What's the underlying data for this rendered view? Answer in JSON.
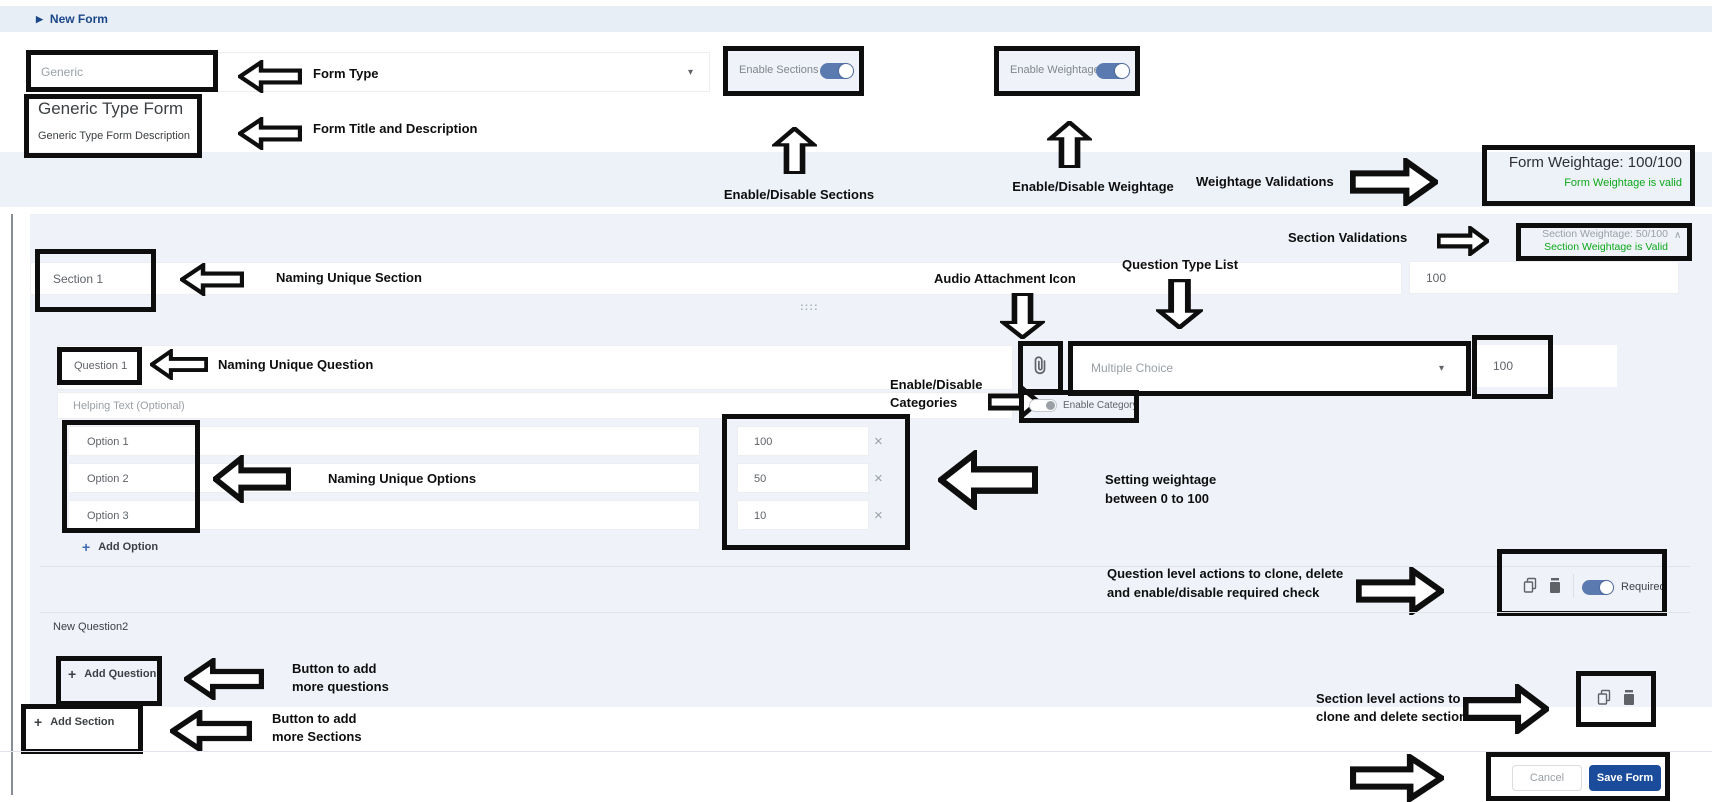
{
  "colors": {
    "accent_toggle": "#5b7ab0",
    "save_button": "#1b4c9c",
    "valid_green": "#0ca919",
    "breadcrumb_blue": "#1a4788"
  },
  "icons": {
    "breadcrumb_arrow": "▶",
    "dropdown_caret": "▾",
    "add": "+",
    "close": "×",
    "collapse": "∧",
    "drag_handle": "::::"
  },
  "header": {
    "breadcrumb": "New Form"
  },
  "form": {
    "type_placeholder": "Generic",
    "title": "Generic Type Form",
    "description": "Generic Type Form Description",
    "enable_sections_label": "Enable Sections",
    "enable_weightage_label": "Enable Weightage",
    "weightage_summary": "Form Weightage: 100/100",
    "weightage_valid": "Form Weightage is valid"
  },
  "section": {
    "name": "Section 1",
    "weightage": "100",
    "weightage_summary": "Section Weightage: 50/100",
    "weightage_valid": "Section Weightage is Valid",
    "new_question_label": "New Question2",
    "add_question_label": "Add Question",
    "question": {
      "name": "Question 1",
      "type": "Multiple Choice",
      "weightage": "100",
      "helping_placeholder": "Helping Text (Optional)",
      "enable_category_label": "Enable Category",
      "add_option_label": "Add Option",
      "required_label": "Required",
      "options": [
        {
          "label": "Option 1",
          "weightage": "100"
        },
        {
          "label": "Option 2",
          "weightage": "50"
        },
        {
          "label": "Option 3",
          "weightage": "10"
        }
      ]
    }
  },
  "add_section_label": "Add Section",
  "footer": {
    "cancel_label": "Cancel",
    "save_label": "Save Form"
  },
  "annotations": {
    "form_type": "Form Type",
    "form_title": "Form Title and Description",
    "enable_sections": "Enable/Disable Sections",
    "enable_weightage": "Enable/Disable Weightage",
    "weightage_validations": "Weightage Validations",
    "section_validations": "Section Validations",
    "naming_section": "Naming Unique Section",
    "audio_icon": "Audio Attachment Icon",
    "question_type_list": "Question Type List",
    "naming_question": "Naming Unique Question",
    "enable_categories_1": "Enable/Disable",
    "enable_categories_2": "Categories",
    "naming_options": "Naming Unique Options",
    "weightage_setting_1": "Setting weightage",
    "weightage_setting_2": "between 0 to 100",
    "question_actions_1": "Question level actions to clone, delete",
    "question_actions_2": "and enable/disable required check",
    "add_questions_1": "Button to add",
    "add_questions_2": "more questions",
    "section_actions_1": "Section level actions to",
    "section_actions_2": "clone and delete section",
    "add_sections_1": "Button to add",
    "add_sections_2": "more Sections"
  }
}
